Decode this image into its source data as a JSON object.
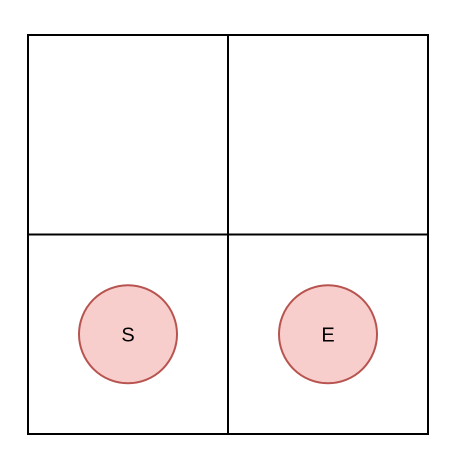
{
  "grid": {
    "rows": 2,
    "cols": 2,
    "line_color": "#000000",
    "background_color": "#ffffff"
  },
  "markers": [
    {
      "label": "S",
      "row": 1,
      "col": 0,
      "fill": "#f8cecc",
      "stroke": "#b85450"
    },
    {
      "label": "E",
      "row": 1,
      "col": 1,
      "fill": "#f8cecc",
      "stroke": "#b85450"
    }
  ]
}
